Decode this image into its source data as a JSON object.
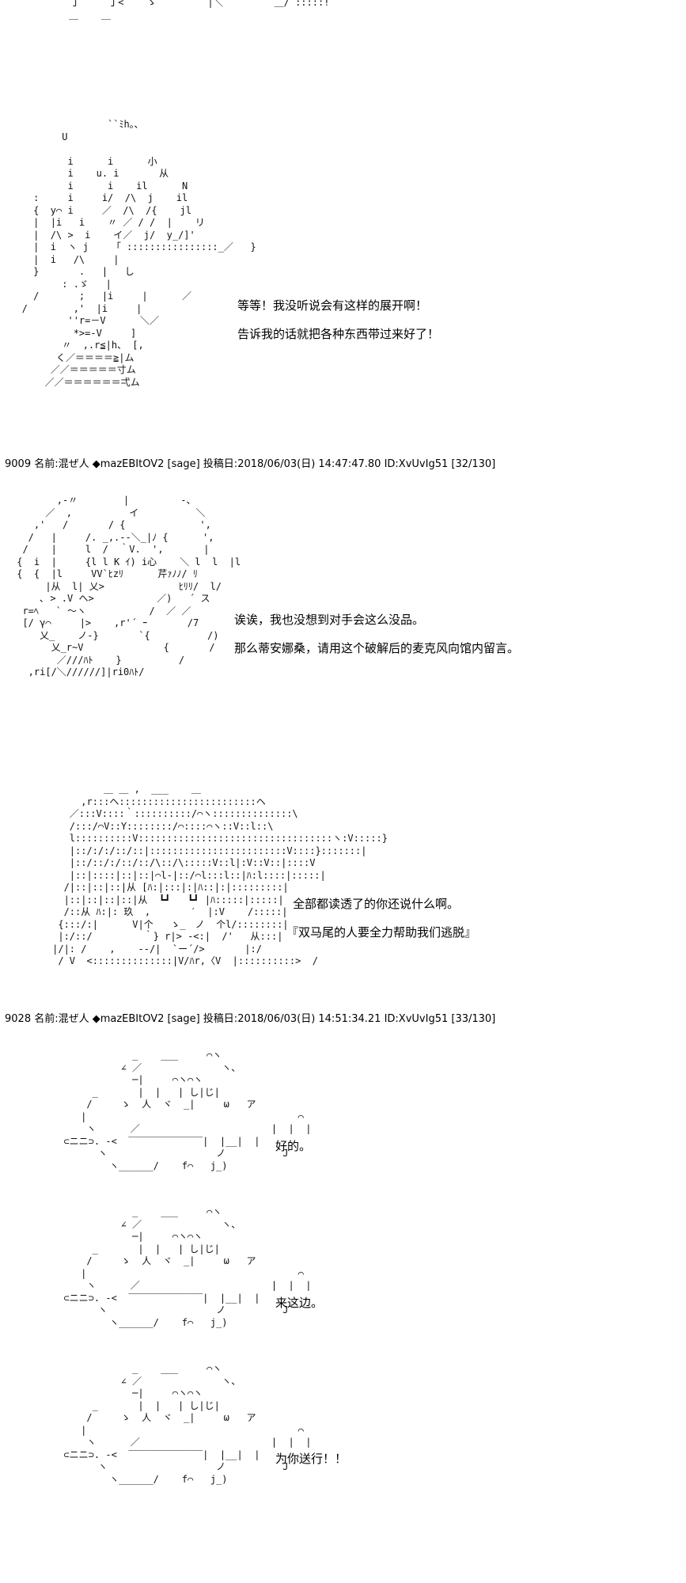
{
  "scenes": [
    {
      "art": " ￣￣￣￣￣丁￣￣￣丁<    ゝ         |＼         ＿/ :::::!\n         ＿    ＿",
      "dialogue": []
    },
    {
      "art": "                  ``ﾐh｡､\n          U\n\n           i      i      小\n           i    u. i       从\n           i      i    il      N\n     :     i     i/  /\\  j    il\n     {  y⌒ i     ／  /\\  /{    jl\n     |  |i   i    〃 ／ / /  |    リ\n     |  /\\ >  i    イ／  j/  y_/]'\n     |  i  ヽ j    「 ::::::::::::::::_／   }\n     |  i   /\\     |\n     }       .   |   し\n          : .ゞ   |\n     /       ;   |i     |      ／\n   /        ,'  |i     |\n           ''r=－V      ＼／\n            *>=-V     ]\n          〃  ,.r≦|h、 [,\n         く／＝＝＝＝≧|ム\n        ／／＝＝＝＝＝寸ム\n       ／／＝＝＝＝＝＝弌ム",
      "dialogue": [
        "等等！我没听说会有这样的展开啊！",
        "告诉我的话就把各种东西带过来好了！"
      ]
    },
    {
      "header": "9009 名前:混ぜ人 ◆mazEBItOV2 [sage] 投稿日:2018/06/03(日) 14:47:47.80 ID:XvUvIg51 [32/130]",
      "art": "        ,-〃        |         -、\n      ／  ,          イ          ＼\n    ,'   /       / {             ',\n   /   |     /. _,.‐‐＼_|ﾉ {      ',\n  /    |     l  /  ｀V.  ',       |\n {  i  |     {l l K ｲ) i心    ＼ l  l  |l\n {  {  |l     VV`ﾋzﾘ      芹ｧﾉﾉ/ ﾘ\n      |从  l| 乂>             ﾋﾘﾘ/  l/\n     ､ > .V ヘ>           ／)   ´ ス\n  r=ﾍ   ` 〜ヽ           /  ／ ／\n  [/ γ⌒     |>    ,r'´ ｰ       /7\n     乂_    ノ-}       `{          /)\n       乂_r~V              {       /\n        ／///ﾊﾄ    }          /\n   ,ri[/＼//////]|ri0ﾊﾄ/",
      "dialogue": [
        "诶诶，我也没想到对手会这么没品。",
        "那么蒂安娜桑，请用这个破解后的麦克风向馆内留言。"
      ]
    },
    {
      "art": "              ＿ ＿ ,  ___    ＿\n          ,r:::ヘ::::::::::::::::::::::::ヘ\n        ／:::V::::｀::::::::::/⌒ヽ::::::::::::::\\\n        /:::/⌒V::Y::::::::/⌒::::⌒ヽ::V::l::\\\n        l::::::::::V::::::::::::::::::::::::::::::::::ヽ:V:::::}\n        |::/:/:/::/::|::::::::::::::::::::::::V::::}:::::::|\n        |::/::/:/::/::/\\::/\\:::::V::l|:V::V::|::::V\n        |::|::::|::|::|⌒l-|::/⌒l:::l::|ﾊ:l::::|:::::|\n       /|::|::|::|从 [ﾊ:|:::|:|ﾊ::|:|:::::::::|\n       |::|::|::|::|从  ┗┛   ┗┛ |ﾊ:::::|:::::|\n       /::从 ﾊ:|: 玖  ,       ′  |:V    /:::::|\n      {:::/:|      V|个   ゝ_　ノ  个l/::::::::|\n      |:/::/         ｀} r|> ‐<:|  /'   从:::|\n     |/|: /    ,    ‐-/|  `ー´/>       |:/\n      / V  <::::::::::::::|V/ﾊr,〈V  |::::::::::>  /",
      "dialogue": [
        "全部都读透了的你还说什么啊。",
        "『双马尾的人要全力帮助我们逃脱』"
      ]
    },
    {
      "header": "9028 名前:混ぜ人 ◆mazEBItOV2 [sage] 投稿日:2018/06/03(日) 14:51:34.21 ID:XvUvIg51 [33/130]",
      "art": "              _    ___     ⌒ヽ\n            ∠ ／              ヽ、\n              ─|     ⌒ヽ⌒ヽ\n       _       |  |   | し|じ|\n      /     ゝ  人  ヾ  _|     ω   ア\n     |                                     ⌒\n      ヽ      ／                       |  |  |\n  ⊂ニニ⊃. -<  ‾‾‾‾‾‾‾‾‾‾‾‾‾|  |__|  |\n        ヽ                   ノ          J\n          ヽ______/    f⌒   j_)",
      "dialogue": [
        "好的。"
      ]
    },
    {
      "art": "              _    ___     ⌒ヽ\n            ∠ ／              ヽ、\n              ─|     ⌒ヽ⌒ヽ\n       _       |  |   | し|じ|\n      /     ゝ  人  ヾ  _|     ω   ア\n     |                                     ⌒\n      ヽ      ／                       |  |  |\n  ⊂ニニ⊃. -<  ‾‾‾‾‾‾‾‾‾‾‾‾‾|  |__|  |\n        ヽ                   ノ          J\n          ヽ______/    f⌒   j_)",
      "dialogue": [
        "来这边。"
      ]
    },
    {
      "art": "              _    ___     ⌒ヽ\n            ∠ ／              ヽ、\n              ─|     ⌒ヽ⌒ヽ\n       _       |  |   | し|じ|\n      /     ゝ  人  ヾ  _|     ω   ア\n     |                                     ⌒\n      ヽ      ／                       |  |  |\n  ⊂ニニ⊃. -<  ‾‾‾‾‾‾‾‾‾‾‾‾‾|  |__|  |\n        ヽ                   ノ          J\n          ヽ______/    f⌒   j_)",
      "dialogue": [
        "为你送行！！"
      ]
    }
  ]
}
